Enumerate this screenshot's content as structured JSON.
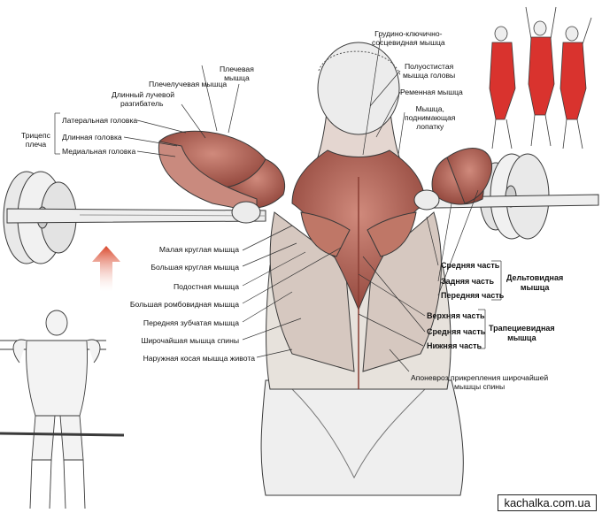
{
  "watermark": "kachalka.com.ua",
  "labels_left": {
    "shoulder_muscle": "Плечевая",
    "shoulder_muscle_2": "мышца",
    "brachioradialis": "Плечелучевая мышца",
    "ext_carpi_1": "Длинный лучевой",
    "ext_carpi_2": "разгибатель",
    "triceps_1": "Трицепс",
    "triceps_2": "плеча",
    "lateral_head": "Латеральная головка",
    "long_head": "Длинная головка",
    "medial_head": "Медиальная головка",
    "teres_minor": "Малая круглая мышца",
    "teres_major": "Большая круглая мышца",
    "infraspinatus": "Подостная мышца",
    "rhomboid_major": "Большая ромбовидная мышца",
    "serratus_anterior": "Передняя зубчатая мышца",
    "latissimus": "Широчайшая мышца спины",
    "external_oblique": "Наружная косая мышца живота"
  },
  "labels_right": {
    "scm_1": "Грудино-ключично-",
    "scm_2": "сосцевидная мышца",
    "semispinalis_1": "Полуостистая",
    "semispinalis_2": "мышца головы",
    "splenius": "Ременная мышца",
    "levator_1": "Мышца,",
    "levator_2": "поднимающая",
    "levator_3": "лопатку",
    "aponeurosis_1": "Апоневроз прикрепления широчайшей",
    "aponeurosis_2": "мышцы спины"
  },
  "deltoid": {
    "parts": [
      "Средняя часть",
      "Задняя часть",
      "Передняя часть"
    ],
    "name_1": "Дельтовидная",
    "name_2": "мышца"
  },
  "trapezius": {
    "parts": [
      "Верхняя часть",
      "Средняя часть",
      "Нижняя часть"
    ],
    "name_1": "Трапециевидная",
    "name_2": "мышца"
  },
  "colors": {
    "muscle": "#b9675a",
    "muscle_dark": "#8a3e34",
    "skin": "#ece9e6",
    "outline": "#3a3a3a",
    "arrow": "#d9472b",
    "highlight": "#d9332e"
  }
}
